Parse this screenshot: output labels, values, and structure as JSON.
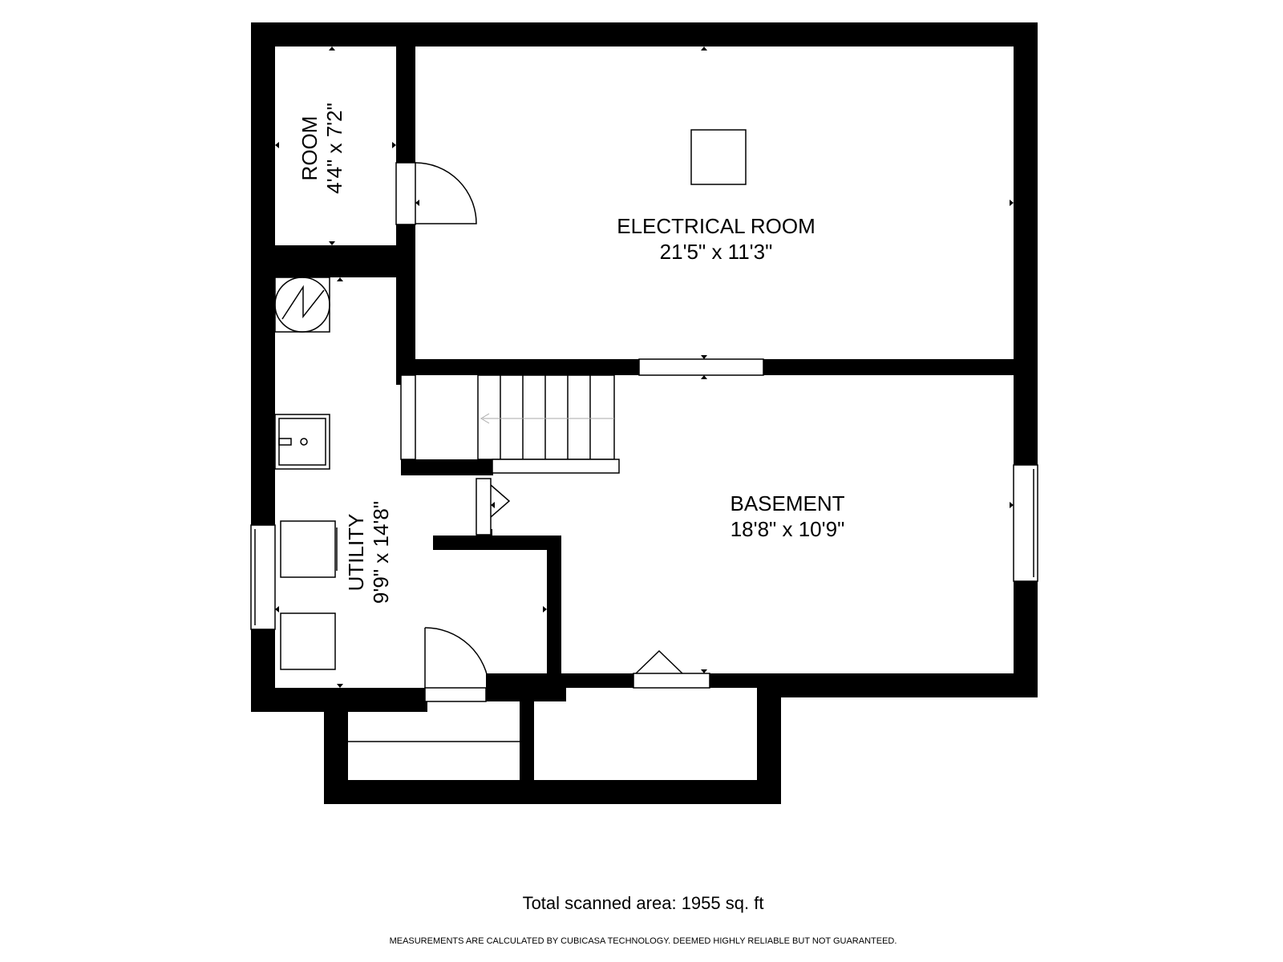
{
  "rooms": {
    "room": {
      "name": "ROOM",
      "dimensions": "4'4\" x 7'2\""
    },
    "electrical": {
      "name": "ELECTRICAL ROOM",
      "dimensions": "21'5\" x 11'3\""
    },
    "basement": {
      "name": "BASEMENT",
      "dimensions": "18'8\" x 10'9\""
    },
    "utility": {
      "name": "UTILITY",
      "dimensions": "9'9\" x 14'8\""
    }
  },
  "footer": {
    "total_area": "Total scanned area: 1955 sq. ft",
    "disclaimer": "MEASUREMENTS ARE CALCULATED BY CUBICASA TECHNOLOGY. DEEMED HIGHLY RELIABLE BUT NOT GUARANTEED."
  }
}
